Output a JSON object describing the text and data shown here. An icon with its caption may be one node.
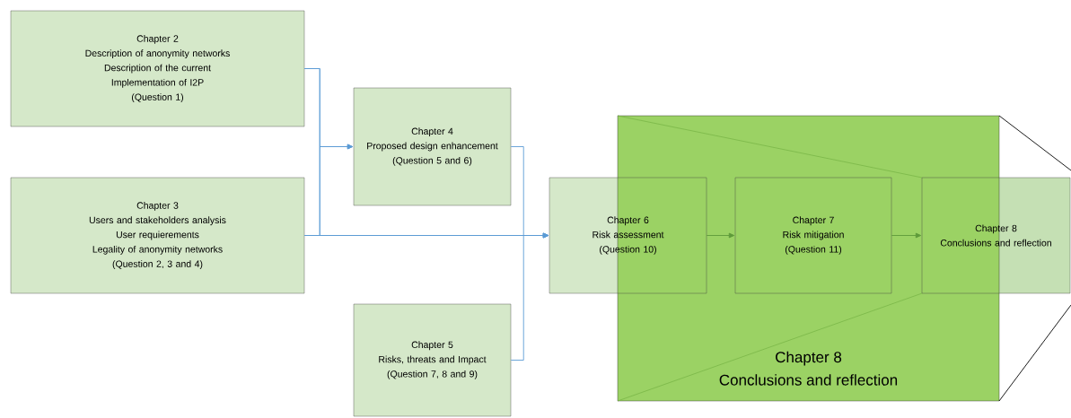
{
  "diagram": {
    "nodes": [
      {
        "text": [
          "Chapter 2",
          "Description of anonymity networks",
          "Description of the current Implementation of I2P",
          "(Question 1)"
        ]
      },
      {
        "text": [
          "Chapter 3",
          "Users and stakeholders analysis",
          "User requierements",
          "Legality of anonymity networks",
          "(Question 2, 3 and 4)"
        ]
      },
      {
        "text": [
          "Chapter 4",
          "Proposed design enhancement",
          "(Question 5 and 6)"
        ]
      },
      {
        "text": [
          "Chapter 5",
          "Risks, threats and Impact",
          "(Question 7, 8 and 9)"
        ]
      },
      {
        "text": [
          "Chapter 6",
          "Risk assessment",
          "(Question 10)"
        ]
      },
      {
        "text": [
          "Chapter 7",
          "Risk mitigation",
          "(Question 11)"
        ],
        "in": 7
      },
      {
        "text": [
          "Chapter 8",
          "Conclusions and reflection"
        ]
      },
      {
        "text": [
          "Chapter 8",
          "Conclusions and reflection"
        ]
      }
    ],
    "edges": [
      {
        "from": 0,
        "to": 2,
        "arrow": "to"
      },
      {
        "from": 1,
        "to": 2,
        "arrow": "to"
      },
      {
        "from": 0,
        "to": 4,
        "arrow": "to"
      },
      {
        "from": 1,
        "to": 4,
        "arrow": "to"
      },
      {
        "from": 2,
        "to": 4,
        "arrow": "to"
      },
      {
        "from": 3,
        "to": 4,
        "arrow": "to"
      },
      {
        "from": 4,
        "to": 5,
        "arrow": "to",
        "color": "#5e9a3a"
      },
      {
        "from": 5,
        "to": 6,
        "arrow": "to",
        "color": "#5e9a3a"
      }
    ]
  }
}
